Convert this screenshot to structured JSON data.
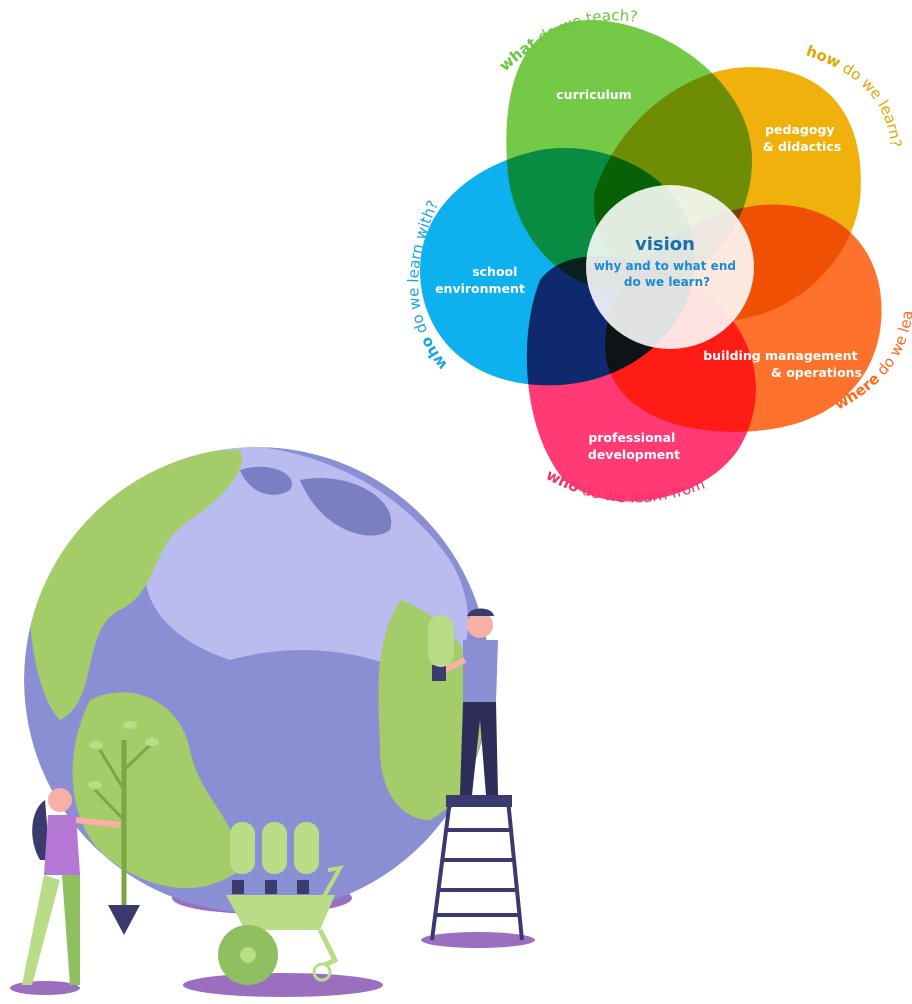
{
  "diagram": {
    "center": {
      "title": "vision",
      "subtitle_line1": "why and to what end",
      "subtitle_line2": "do we learn?",
      "title_color": "#1a6fb0"
    },
    "petals": [
      {
        "id": "curriculum",
        "label_lines": [
          "curriculum"
        ],
        "color": "#6cc63c",
        "question_keyword": "what",
        "question_rest": " do we teach?"
      },
      {
        "id": "pedagogy",
        "label_lines": [
          "pedagogy",
          "& didactics"
        ],
        "color": "#f0ad00",
        "question_keyword": "how",
        "question_rest": " do we learn?"
      },
      {
        "id": "building",
        "label_lines": [
          "building management",
          "& operations"
        ],
        "color": "#ff6a22",
        "question_keyword": "where",
        "question_rest": " do we learn?"
      },
      {
        "id": "professional",
        "label_lines": [
          "professional",
          "development"
        ],
        "color": "#ff2f6d",
        "question_keyword": "who",
        "question_rest": " do we learn from?"
      },
      {
        "id": "school",
        "label_lines": [
          "school",
          "environment"
        ],
        "color": "#00adee",
        "question_keyword": "who",
        "question_rest": " do we learn with?"
      }
    ]
  },
  "illustration": {
    "ocean_color": "#8a8fd4",
    "land_color": "#a4cd6a",
    "shadow_color": "#9b6fc0"
  }
}
